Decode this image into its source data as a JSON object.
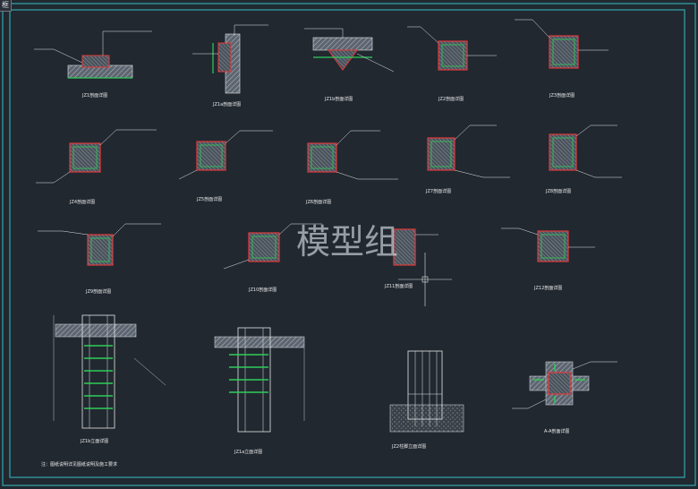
{
  "tab": {
    "label": "框"
  },
  "watermark": {
    "text": "模型组"
  },
  "details": [
    {
      "caption": "JZ1剖面详图"
    },
    {
      "caption": "JZ1a剖面详图"
    },
    {
      "caption": "JZ1b剖面详图"
    },
    {
      "caption": "JZ2剖面详图"
    },
    {
      "caption": "JZ3剖面详图"
    },
    {
      "caption": "JZ4剖面详图"
    },
    {
      "caption": "JZ5剖面详图"
    },
    {
      "caption": "JZ6剖面详图"
    },
    {
      "caption": "JZ7剖面详图"
    },
    {
      "caption": "JZ8剖面详图"
    },
    {
      "caption": "JZ9剖面详图"
    },
    {
      "caption": "JZ10剖面详图"
    },
    {
      "caption": "JZ11剖面详图"
    },
    {
      "caption": "JZ12剖面详图"
    },
    {
      "caption": "JZ1b立面详图"
    },
    {
      "caption": "JZ1a立面详图"
    },
    {
      "caption": "JZ2柱脚立面详图"
    },
    {
      "caption": "A-A剖面详图"
    }
  ],
  "note": {
    "text": "注：图纸说明详见图纸说明及施工要求"
  },
  "colors": {
    "background": "#212830",
    "frame": "#33a7ad",
    "section_fill": "#8e96a0",
    "steel": "#e23a3a",
    "dim": "#2fce58",
    "line": "#e6e6e6"
  }
}
